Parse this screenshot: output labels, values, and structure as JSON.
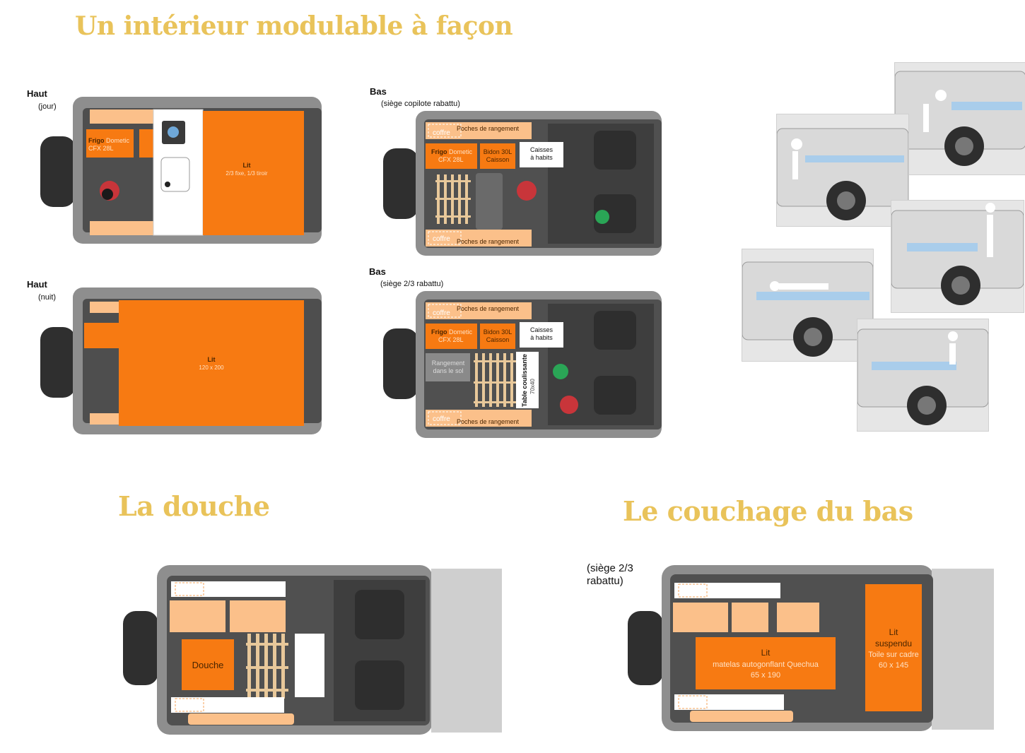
{
  "titles": {
    "main": "Un intérieur modulable à façon",
    "shower": "La douche",
    "lower_bed": "Le couchage du bas"
  },
  "plans": {
    "haut_jour": {
      "label": "Haut",
      "sub": "(jour)",
      "fridge_bold": "Frigo",
      "fridge_brand": " Dometic",
      "fridge_model": "CFX 28L",
      "bed_title": "Lit",
      "bed_desc": "2/3 fixe, 1/3 tiroir"
    },
    "haut_nuit": {
      "label": "Haut",
      "sub": "(nuit)",
      "bed_title": "Lit",
      "bed_size": "120 x 200"
    },
    "bas_copilote": {
      "label": "Bas",
      "sub": "(siège copilote rabattu)",
      "coffre_top": "coffre",
      "pockets_top": "Poches de rangement",
      "fridge_bold": "Frigo",
      "fridge_brand": " Dometic",
      "fridge_model": "CFX 28L",
      "bidon_l1": "Bidon 30L",
      "bidon_l2": "Caisson",
      "clothes_l1": "Caisses",
      "clothes_l2": "à habits",
      "coffre_bottom": "coffre",
      "pockets_bottom": "Poches de rangement"
    },
    "bas_23": {
      "label": "Bas",
      "sub": "(siège 2/3 rabattu)",
      "coffre_top": "coffre",
      "pockets_top": "Poches de rangement",
      "fridge_bold": "Frigo",
      "fridge_brand": " Dometic",
      "fridge_model": "CFX 28L",
      "bidon_l1": "Bidon 30L",
      "bidon_l2": "Caisson",
      "clothes_l1": "Caisses",
      "clothes_l2": "à habits",
      "floor_l1": "Rangement",
      "floor_l2": "dans le sol",
      "table_l1": "Table coulissante",
      "table_l2": "70x40",
      "coffre_bottom": "coffre",
      "pockets_bottom": "Poches de rangement"
    },
    "douche": {
      "shower_label": "Douche"
    },
    "couchage_bas": {
      "note_l1": "(siège 2/3",
      "note_l2": "rabattu)",
      "bed_title": "Lit",
      "bed_desc": "matelas autogonflant Quechua",
      "bed_size": "65 x 190",
      "hang_l1": "Lit",
      "hang_l2": "suspendu",
      "hang_l3": "Toile sur cadre",
      "hang_l4": "60 x 145"
    }
  },
  "colors": {
    "orange": "#f77a12",
    "light_orange": "#fbc08a",
    "title_gold": "#e9c35a",
    "sleeve_blue": "#a9cdeb"
  }
}
